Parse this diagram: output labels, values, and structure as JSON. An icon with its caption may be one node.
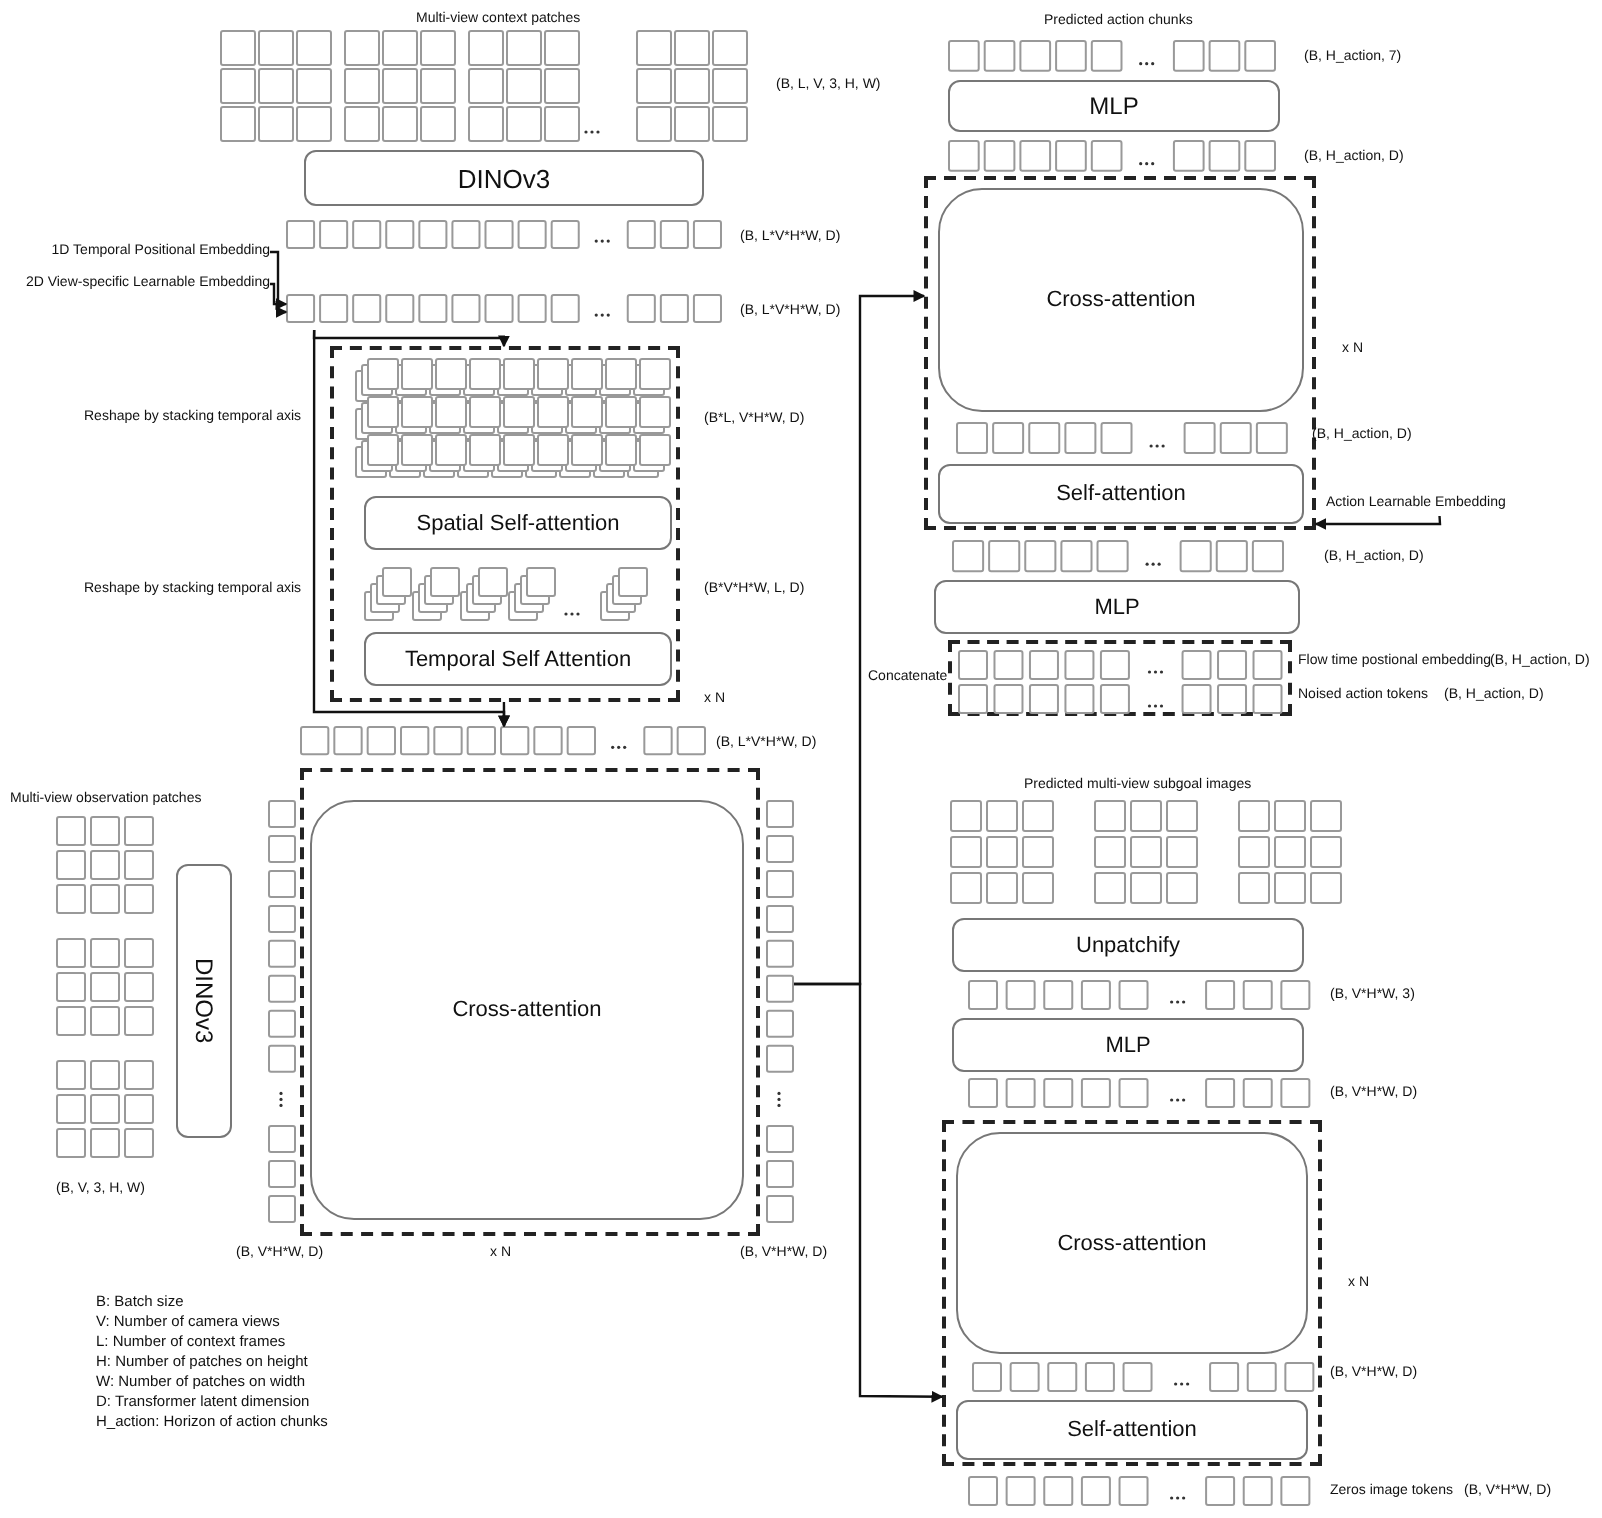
{
  "diagram": {
    "nodes": [
      {
        "text": [],
        "shape": "box",
        "beside": [
          "Multi-view context patches",
          "(B, L, V, 3, H, W)"
        ]
      },
      {
        "text": [
          "DINOv3"
        ]
      },
      {
        "text": [],
        "shape": "bar",
        "beside": [
          "(B, L*V*H*W, D)"
        ]
      },
      {
        "text": [
          "1D Temporal Positional Embedding"
        ]
      },
      {
        "text": [
          "2D View-specific Learnable Embedding"
        ]
      },
      {
        "text": [],
        "shape": "bar",
        "beside": [
          "(B, L*V*H*W, D)"
        ]
      },
      {
        "text": [],
        "shape": "box",
        "beside": [
          "x N"
        ]
      },
      {
        "text": [],
        "shape": "box",
        "in": 6,
        "beside": [
          "Reshape by stacking temporal axis",
          "(B*L, V*H*W, D)"
        ]
      },
      {
        "text": [
          "Spatial Self-attention"
        ],
        "in": 6
      },
      {
        "text": [],
        "shape": "box",
        "in": 6
      },
      {
        "text": [
          "Temporal Self Attention"
        ],
        "in": 6
      },
      {
        "text": [],
        "shape": "bar",
        "beside": [
          "(B, L*V*H*W, D)"
        ]
      },
      {
        "text": [],
        "shape": "box",
        "beside": [
          "Multi-view observation patches",
          "(B, V, 3, H, W)"
        ]
      },
      {
        "text": [
          "DINOv3"
        ]
      },
      {
        "text": [],
        "shape": "box",
        "beside": [
          "x N"
        ]
      },
      {
        "text": [
          "Cross-attention"
        ],
        "in": 14
      },
      {
        "text": [],
        "shape": "bar",
        "beside": [
          "(B, V*H*W, D)"
        ]
      },
      {
        "text": [],
        "shape": "bar",
        "beside": [
          "(B, V*H*W, D)"
        ]
      },
      {
        "text": [],
        "shape": "bar",
        "beside": [
          "Predicted action chunks",
          "(B, H_action, 7)"
        ]
      },
      {
        "text": [
          "MLP"
        ]
      },
      {
        "text": [],
        "shape": "bar",
        "beside": [
          "(B, H_action, D)"
        ]
      },
      {
        "text": [],
        "shape": "box",
        "beside": [
          "x N"
        ]
      },
      {
        "text": [
          "Cross-attention"
        ],
        "in": 21
      },
      {
        "text": [],
        "shape": "bar",
        "in": 21,
        "beside": [
          "(B, H_action, D)"
        ]
      },
      {
        "text": [
          "Self-attention"
        ],
        "in": 21
      },
      {
        "text": [
          "Action Learnable Embedding"
        ]
      },
      {
        "text": [],
        "shape": "bar",
        "beside": [
          "(B, H_action, D)"
        ]
      },
      {
        "text": [
          "MLP"
        ]
      },
      {
        "text": [
          "Concatenate"
        ]
      },
      {
        "text": [],
        "shape": "bar",
        "in": 28,
        "beside": [
          "Flow time postional embedding",
          "(B, H_action, D)"
        ]
      },
      {
        "text": [],
        "shape": "bar",
        "in": 28,
        "beside": [
          "Noised action tokens",
          "(B, H_action, D)"
        ]
      },
      {
        "text": [],
        "shape": "box",
        "beside": [
          "Predicted multi-view subgoal images"
        ]
      },
      {
        "text": [
          "Unpatchify"
        ]
      },
      {
        "text": [],
        "shape": "bar",
        "beside": [
          "(B, V*H*W, 3)"
        ]
      },
      {
        "text": [
          "MLP"
        ]
      },
      {
        "text": [],
        "shape": "bar",
        "beside": [
          "(B, V*H*W, D)"
        ]
      },
      {
        "text": [],
        "shape": "box",
        "beside": [
          "x N"
        ]
      },
      {
        "text": [
          "Cross-attention"
        ],
        "in": 36
      },
      {
        "text": [],
        "shape": "bar",
        "in": 36,
        "beside": [
          "(B, V*H*W, D)"
        ]
      },
      {
        "text": [
          "Self-attention"
        ],
        "in": 36
      },
      {
        "text": [],
        "shape": "bar",
        "beside": [
          "Zeros image tokens",
          "(B, V*H*W, D)"
        ]
      }
    ],
    "edges": [
      {
        "from": 3,
        "to": 5,
        "arrow": "to"
      },
      {
        "from": 4,
        "to": 5,
        "arrow": "to"
      },
      {
        "from": 5,
        "to": 6,
        "arrow": "to"
      },
      {
        "from": 5,
        "to": 11,
        "arrow": "to"
      },
      {
        "from": 6,
        "to": 11,
        "arrow": "to"
      },
      {
        "from": 17,
        "to": 21,
        "arrow": "to"
      },
      {
        "from": 17,
        "to": 36,
        "arrow": "to"
      },
      {
        "from": 25,
        "to": 21,
        "arrow": "to"
      }
    ],
    "labels": [
      "Reshape by stacking temporal axis",
      "(B*V*H*W, L, D)",
      "B: Batch size",
      "V: Number of camera views",
      "L: Number of context frames",
      "H: Number of patches on height",
      "W: Number of patches on width",
      "D: Transformer latent dimension",
      "H_action: Horizon of action chunks"
    ]
  }
}
